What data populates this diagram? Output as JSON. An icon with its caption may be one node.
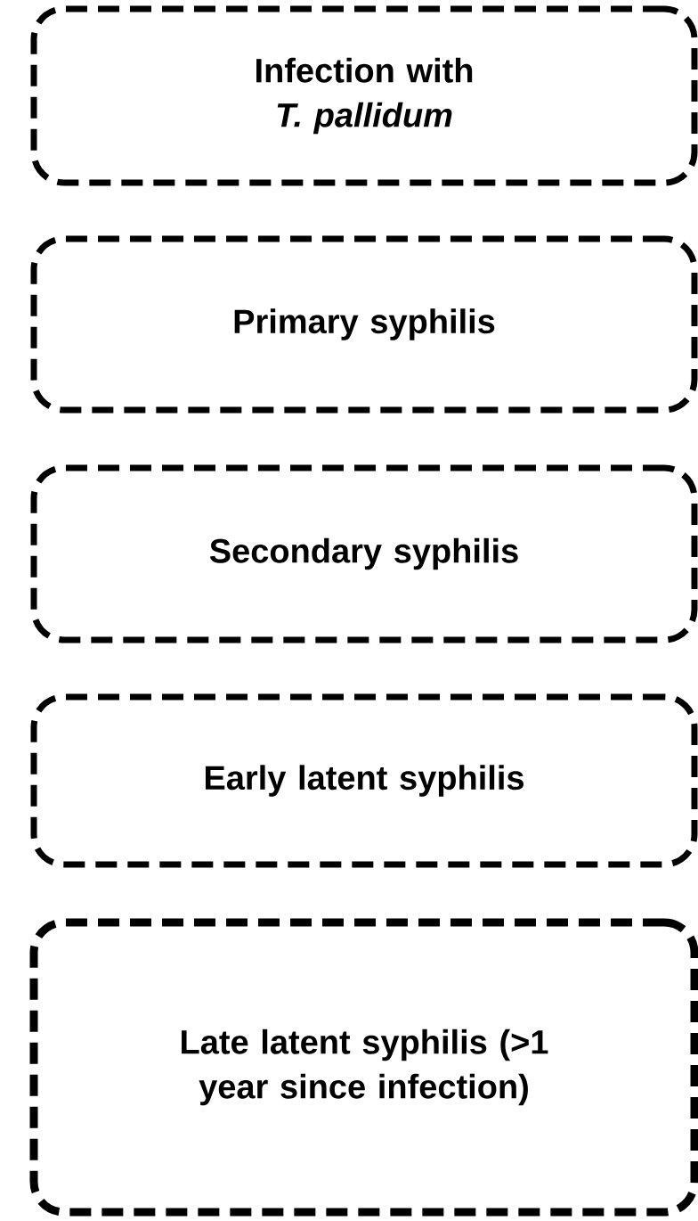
{
  "diagram": {
    "nodes": [
      {
        "text": [
          "Infection with *T. pallidum*"
        ]
      },
      {
        "text": [
          "Primary syphilis"
        ]
      },
      {
        "text": [
          "Secondary syphilis"
        ]
      },
      {
        "text": [
          "Early latent syphilis"
        ]
      },
      {
        "text": [
          "Late latent syphilis (>1 year since infection)"
        ]
      }
    ]
  }
}
